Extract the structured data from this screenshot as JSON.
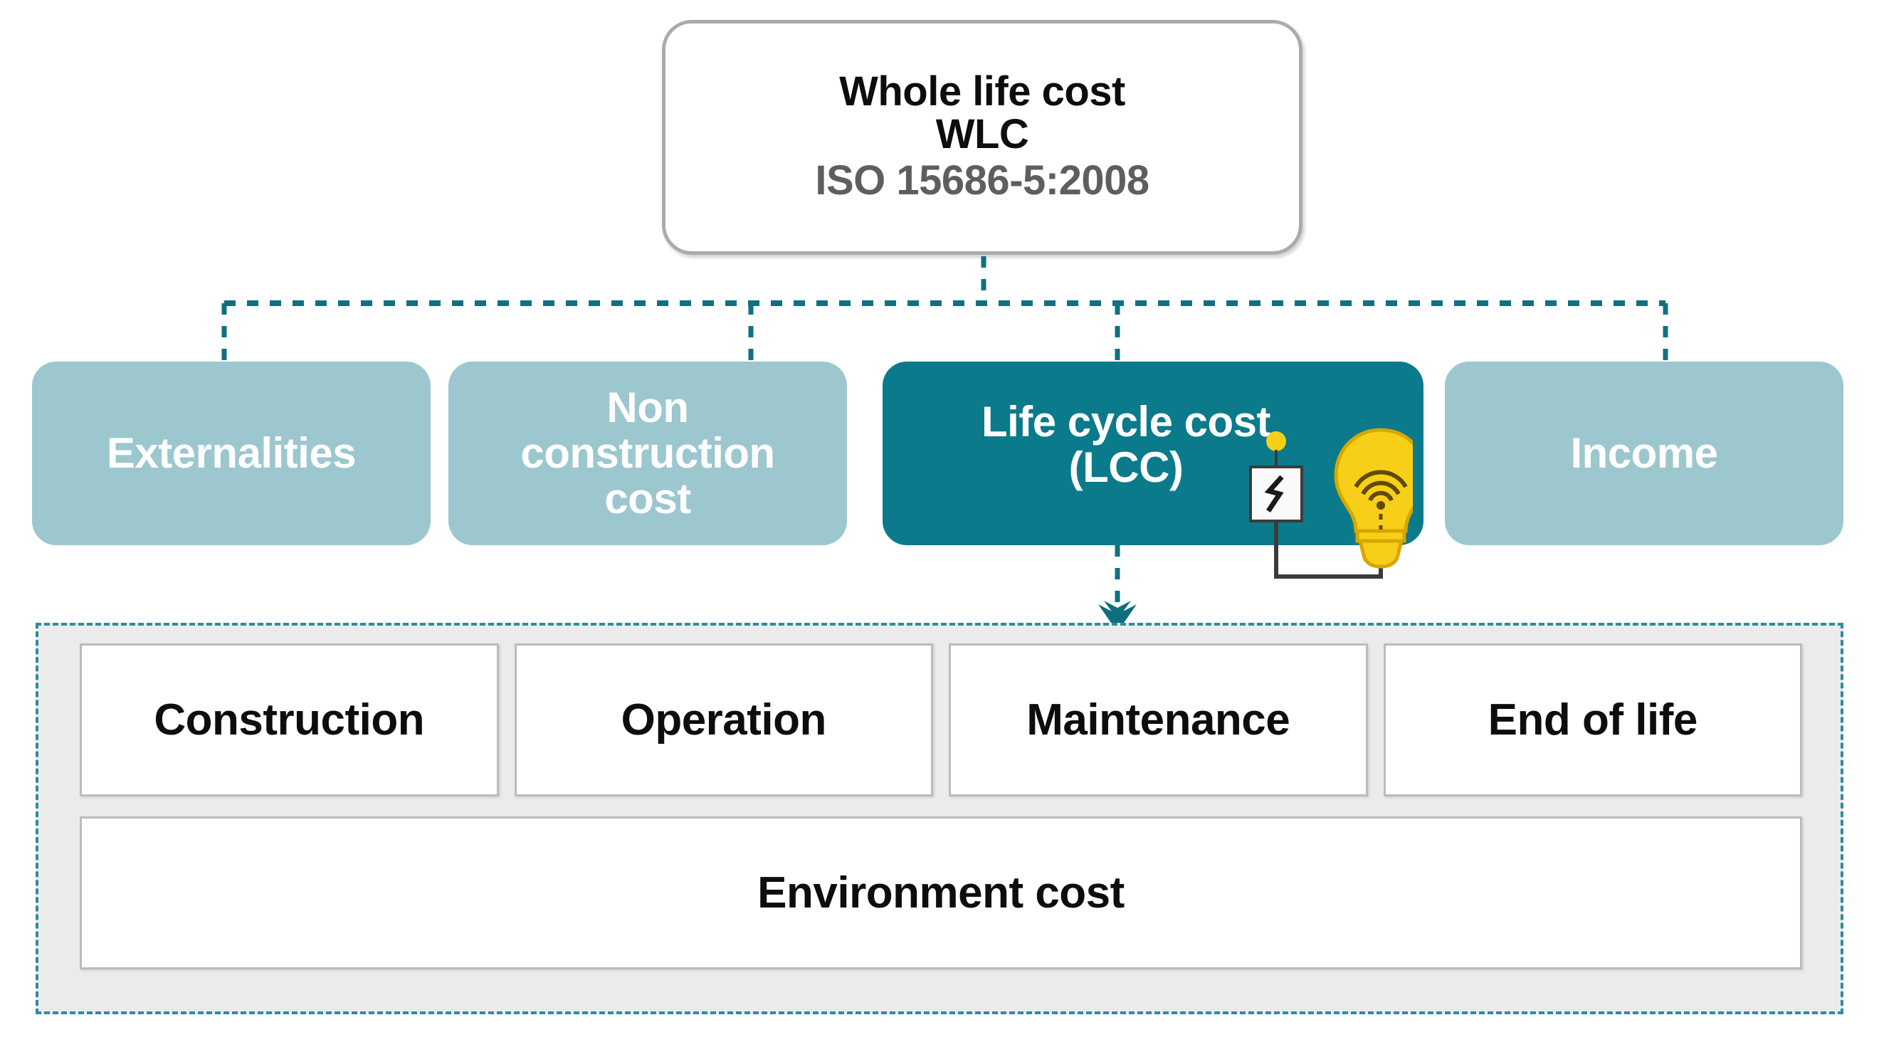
{
  "diagram": {
    "title_node": {
      "line1": "Whole life cost",
      "line2": "WLC",
      "line3": "ISO 15686-5:2008"
    },
    "categories": [
      {
        "label": "Externalities",
        "variant": "light"
      },
      {
        "label": "Non\nconstruction\ncost",
        "variant": "light"
      },
      {
        "label": "Life cycle cost\n(LCC)",
        "variant": "dark"
      },
      {
        "label": "Income",
        "variant": "light"
      }
    ],
    "lcc_breakdown": {
      "phases": [
        {
          "label": "Construction"
        },
        {
          "label": "Operation"
        },
        {
          "label": "Maintenance"
        },
        {
          "label": "End of life"
        }
      ],
      "full_width_item": {
        "label": "Environment cost"
      }
    },
    "icons": [
      {
        "name": "light-bulb-icon"
      },
      {
        "name": "electrical-switch-icon"
      }
    ],
    "colors": {
      "light_teal": "#9CC7CE",
      "dark_teal": "#0B7A8B",
      "connector_teal": "#11707F",
      "dashed_border_teal": "#2E8C9E",
      "panel_gray": "#EBEBEB",
      "box_border_gray": "#BBBBBB",
      "title_border_gray": "#ABABAB",
      "iso_text_gray": "#5E5E5E",
      "bulb_yellow": "#F7CF18"
    }
  }
}
